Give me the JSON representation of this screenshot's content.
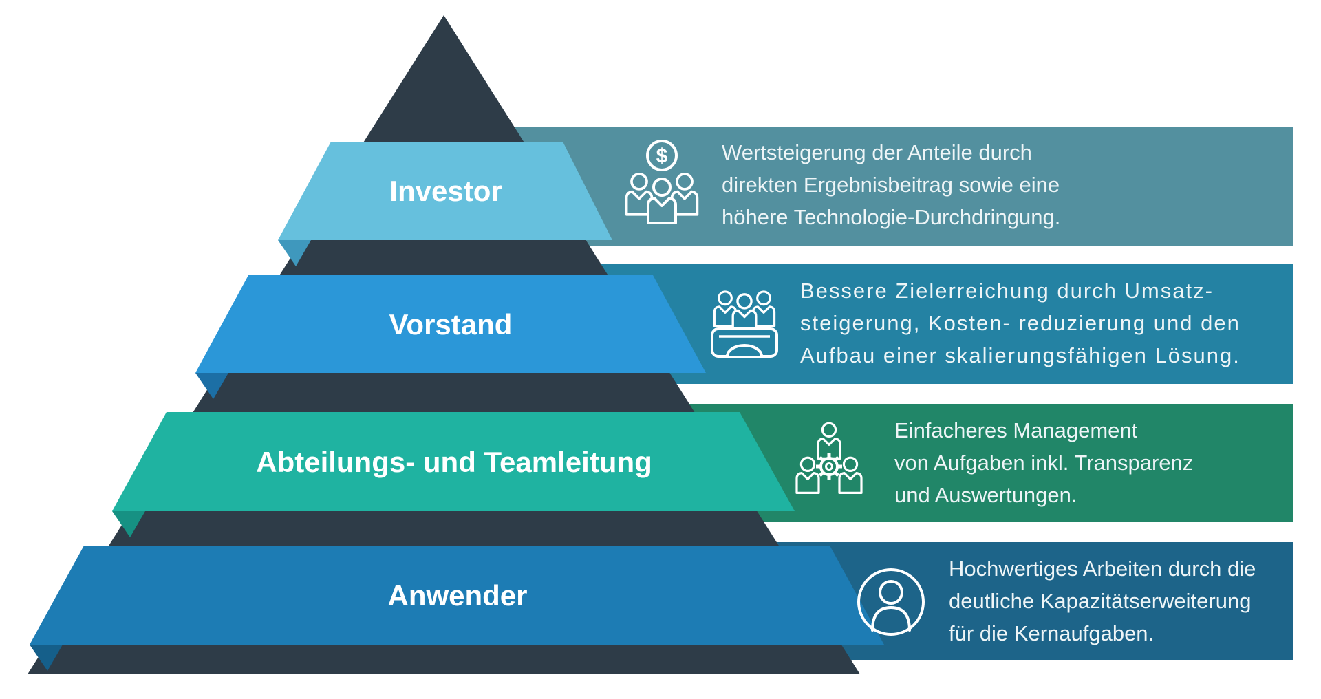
{
  "diagram": {
    "title_hint": "stakeholder-benefit-pyramid",
    "pyramid_color": "#2e3c48",
    "background_color": "#ffffff",
    "currency_symbol": "$",
    "levels": [
      {
        "label": "Investor",
        "band_color": "#66c0dd",
        "fold_color": "#3f98bd"
      },
      {
        "label": "Vorstand",
        "band_color": "#2b97d8",
        "fold_color": "#1c6fa5"
      },
      {
        "label": "Abteilungs- und Teamleitung",
        "band_color": "#1fb3a1",
        "fold_color": "#169183"
      },
      {
        "label": "Anwender",
        "band_color": "#1d7cb4",
        "fold_color": "#155f8a"
      }
    ],
    "benefits": [
      {
        "icon": "investor-money-icon",
        "bar_color": "#53909f",
        "lines": [
          "Wertsteigerung der Anteile durch",
          "direkten Ergebnisbeitrag sowie eine",
          "höhere Technologie-Durchdringung."
        ]
      },
      {
        "icon": "board-meeting-icon",
        "bar_color": "#2482a3",
        "lines": [
          "Bessere Zielerreichung durch Umsatz-",
          "steigerung, Kosten- reduzierung und den",
          "Aufbau einer skalierungsfähigen Lösung."
        ]
      },
      {
        "icon": "team-gear-icon",
        "bar_color": "#218668",
        "lines": [
          "Einfacheres Management",
          "von Aufgaben inkl. Transparenz",
          "und Auswertungen."
        ]
      },
      {
        "icon": "user-circle-icon",
        "bar_color": "#1d6489",
        "lines": [
          "Hochwertiges Arbeiten durch die",
          "deutliche Kapazitätserweiterung",
          "für die Kernaufgaben."
        ]
      }
    ]
  }
}
